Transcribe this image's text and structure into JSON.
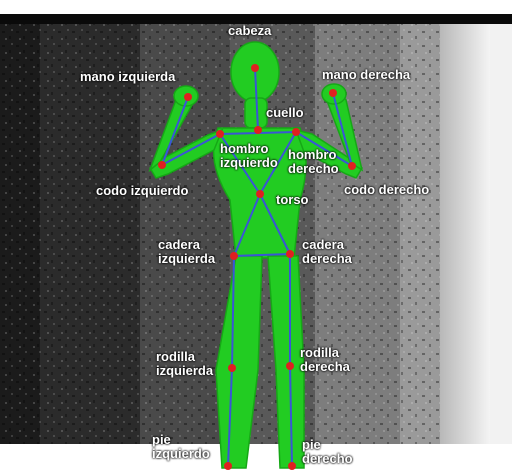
{
  "colors": {
    "body": "#22cc22",
    "body_edge": "#16a816",
    "bone": "#3a55d6",
    "joint": "#e02020",
    "label": "#ffffff"
  },
  "labels": {
    "head": "cabeza",
    "left_hand": "mano izquierda",
    "right_hand": "mano derecha",
    "neck": "cuello",
    "left_shoulder": [
      "hombro",
      "izquierdo"
    ],
    "right_shoulder": [
      "hombro",
      "derecho"
    ],
    "left_elbow": "codo izquierdo",
    "right_elbow": "codo derecho",
    "torso": "torso",
    "left_hip": [
      "cadera",
      "izquierda"
    ],
    "right_hip": [
      "cadera",
      "derecha"
    ],
    "left_knee": [
      "rodilla",
      "izquierda"
    ],
    "right_knee": [
      "rodilla",
      "derecha"
    ],
    "left_foot": [
      "pie",
      "izquierdo"
    ],
    "right_foot": [
      "pie",
      "derecho"
    ]
  }
}
